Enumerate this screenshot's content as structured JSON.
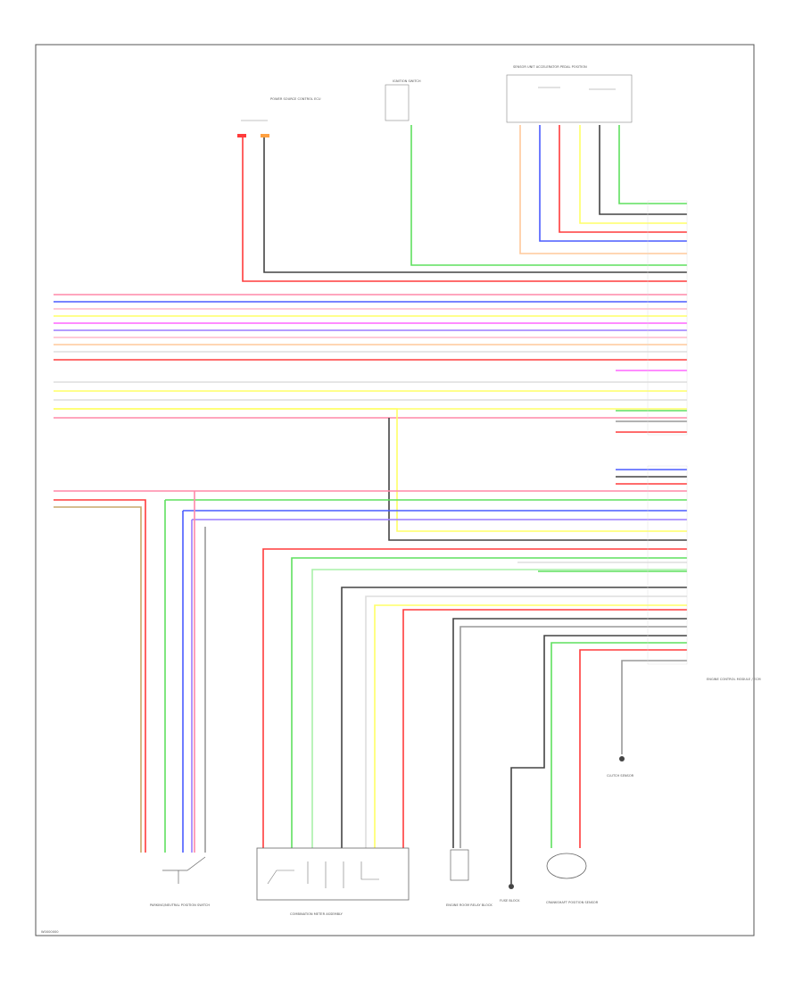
{
  "footer_code": "W0000000",
  "colors": {
    "red": "#ff3b3b",
    "pink": "#ff88a8",
    "blue": "#4a5cff",
    "green": "#5fe05f",
    "yellow": "#ffff66",
    "black": "#444444",
    "gray": "#999999",
    "orange": "#ffa040",
    "magenta": "#ff66ff",
    "tan": "#c8a86a",
    "light_green": "#a8f0a8",
    "light_pink": "#ffb8c8",
    "light_orange": "#ffc89a",
    "lavender": "#9b7bff",
    "white": "#dddddd"
  },
  "components": {
    "ecu_label": "ENGINE CONTROL MODULE / ECM",
    "top_left_label": "POWER SOURCE CONTROL ECU",
    "top_mid_label": "IGNITION SWITCH",
    "top_right_label": "SENSOR UNIT ACCELERATOR PEDAL POSITION",
    "bottom_labels": [
      "PARKING/NEUTRAL POSITION SWITCH",
      "COMBINATION METER ASSEMBLY",
      "ENGINE ROOM RELAY BLOCK",
      "FUSE BLOCK",
      "CRANKSHAFT POSITION SENSOR",
      "CLUTCH SENSOR"
    ]
  }
}
